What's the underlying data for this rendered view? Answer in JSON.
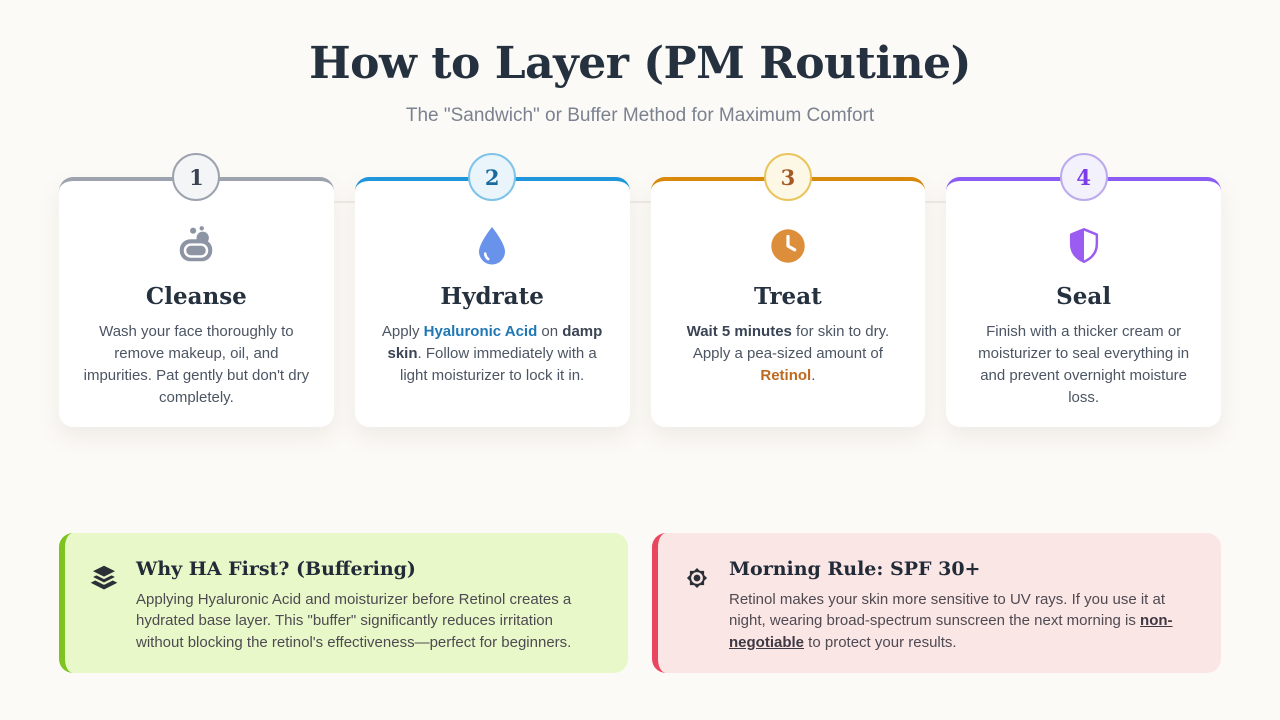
{
  "page": {
    "background": "#FCFAF6"
  },
  "header": {
    "title": "How to Layer (PM Routine)",
    "subtitle": "The \"Sandwich\" or Buffer Method for Maximum Comfort"
  },
  "steps": [
    {
      "number": "1",
      "title": "Cleanse",
      "icon": "soap-icon",
      "accent": "#9DA3AE",
      "badge_bg": "#F4F5F6",
      "badge_border": "#9DA3AE",
      "number_color": "#3B4350",
      "icon_color": "#8D95A5",
      "desc": [
        {
          "t": "Wash your face thoroughly to remove makeup, oil, and impurities. Pat gently but don't dry completely."
        }
      ]
    },
    {
      "number": "2",
      "title": "Hydrate",
      "icon": "droplet-icon",
      "accent": "#1E96D9",
      "badge_bg": "#EAF4FB",
      "badge_border": "#7FC3E8",
      "number_color": "#176B9E",
      "icon_color": "#6992EA",
      "desc": [
        {
          "t": "Apply "
        },
        {
          "t": "Hyaluronic Acid",
          "bold": true,
          "color": "#1F78B5"
        },
        {
          "t": " on "
        },
        {
          "t": "damp skin",
          "bold": true,
          "color": "#3B4454"
        },
        {
          "t": ". Follow immediately with a light moisturizer to lock it in."
        }
      ]
    },
    {
      "number": "3",
      "title": "Treat",
      "icon": "clock-icon",
      "accent": "#D8890B",
      "badge_bg": "#FDF8E6",
      "badge_border": "#EAC55E",
      "number_color": "#A55A26",
      "icon_color": "#DD8E3A",
      "desc": [
        {
          "t": "Wait 5 minutes",
          "bold": true,
          "color": "#3B4454"
        },
        {
          "t": " for skin to dry. Apply a pea-sized amount of "
        },
        {
          "t": "Retinol",
          "bold": true,
          "color": "#BE6A1E"
        },
        {
          "t": "."
        }
      ]
    },
    {
      "number": "4",
      "title": "Seal",
      "icon": "shield-icon",
      "accent": "#8A5CF5",
      "badge_bg": "#F3F1FC",
      "badge_border": "#BCABEC",
      "number_color": "#7C3AED",
      "icon_color": "#9B5CF2",
      "desc": [
        {
          "t": "Finish with a thicker cream or moisturizer to seal everything in and prevent overnight moisture loss."
        }
      ]
    }
  ],
  "callouts": [
    {
      "icon": "layers-icon",
      "accent": "#7DC41F",
      "background": "#E8F8C9",
      "icon_color": "#2B2F36",
      "title": "Why HA First? (Buffering)",
      "body": [
        {
          "t": "Applying Hyaluronic Acid and moisturizer before Retinol creates a hydrated base layer. This \"buffer\" significantly reduces irritation without blocking the retinol's effectiveness—perfect for beginners."
        }
      ]
    },
    {
      "icon": "sun-icon",
      "accent": "#E9465F",
      "background": "#FBE6E6",
      "icon_color": "#2B2F36",
      "title": "Morning Rule: SPF 30+",
      "body": [
        {
          "t": "Retinol makes your skin more sensitive to UV rays. If you use it at night, wearing broad-spectrum sunscreen the next morning is "
        },
        {
          "t": "non-negotiable",
          "bold": true,
          "underline": true,
          "color": "#3F3944"
        },
        {
          "t": " to protect your results."
        }
      ]
    }
  ]
}
